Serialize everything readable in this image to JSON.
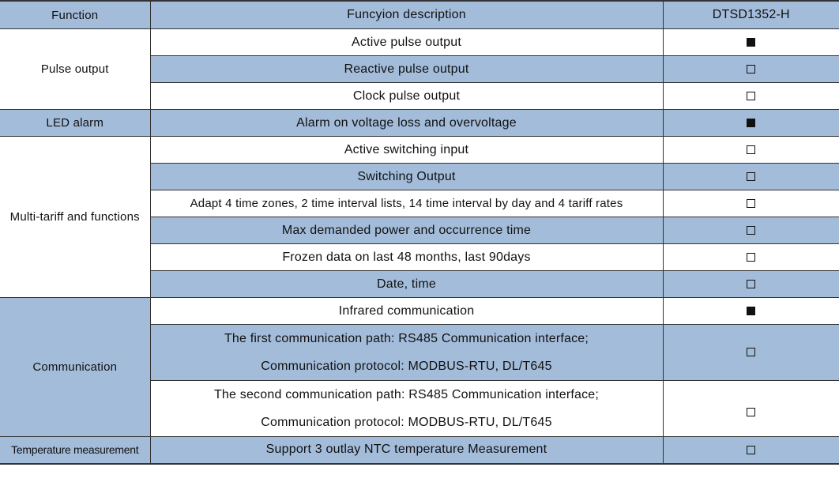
{
  "header": {
    "function": "Function",
    "description": "Funcyion description",
    "model": "DTSD1352-H"
  },
  "groups": {
    "pulse_output": "Pulse output",
    "led_alarm": "LED alarm",
    "multi_tariff": "Multi-tariff and functions",
    "communication": "Communication",
    "temperature": "Temperature measurement"
  },
  "rows": [
    {
      "description": "Active pulse output",
      "supported": true
    },
    {
      "description": "Reactive pulse output",
      "supported": false
    },
    {
      "description": "Clock pulse output",
      "supported": false
    },
    {
      "description": "Alarm on voltage loss and overvoltage",
      "supported": true
    },
    {
      "description": "Active switching input",
      "supported": false
    },
    {
      "description": "Switching Output",
      "supported": false
    },
    {
      "description": "Adapt 4 time zones, 2 time interval lists, 14 time interval by day and 4 tariff rates",
      "supported": false
    },
    {
      "description": "Max demanded power and occurrence time",
      "supported": false
    },
    {
      "description": "Frozen data on last 48 months, last 90days",
      "supported": false
    },
    {
      "description": "Date, time",
      "supported": false
    },
    {
      "description": "Infrared communication",
      "supported": true
    },
    {
      "description_line1": "The first communication path: RS485 Communication interface;",
      "description_line2": "Communication protocol: MODBUS-RTU, DL/T645",
      "supported": false
    },
    {
      "description_line1": "The second communication path: RS485 Communication interface;",
      "description_line2": "Communication protocol: MODBUS-RTU, DL/T645",
      "supported": false
    },
    {
      "description": "Support 3 outlay NTC temperature Measurement",
      "supported": false
    }
  ]
}
